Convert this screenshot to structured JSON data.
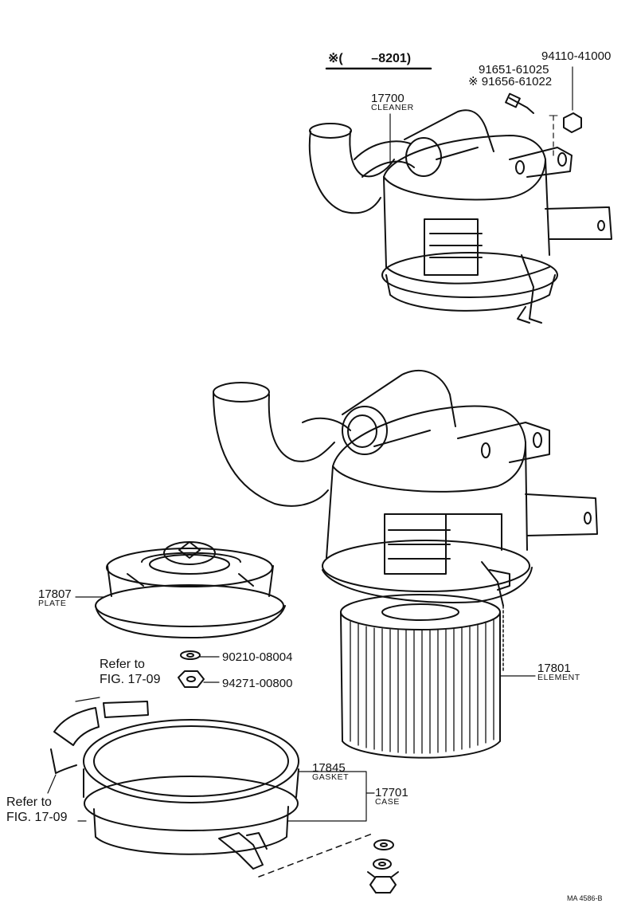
{
  "header": {
    "variant_note": "※(        –8201)"
  },
  "top_assembly": {
    "part_nut": "94110-41000",
    "part_bolt": "91651-61025",
    "part_bolt_alt": "※ 91656-61022",
    "cleaner_number": "17700",
    "cleaner_name": "CLEANER"
  },
  "parts": {
    "plate_number": "17807",
    "plate_name": "PLATE",
    "washer": "90210-08004",
    "wing_nut": "94271-00800",
    "element_number": "17801",
    "element_name": "ELEMENT",
    "gasket_number": "17845",
    "gasket_name": "GASKET",
    "case_number": "17701",
    "case_name": "CASE"
  },
  "references": {
    "ref_top_line1": "Refer to",
    "ref_top_line2": "FIG. 17-09",
    "ref_left_line1": "Refer to",
    "ref_left_line2": "FIG. 17-09"
  },
  "footer": {
    "drawing_code": "MA 4586-B"
  }
}
